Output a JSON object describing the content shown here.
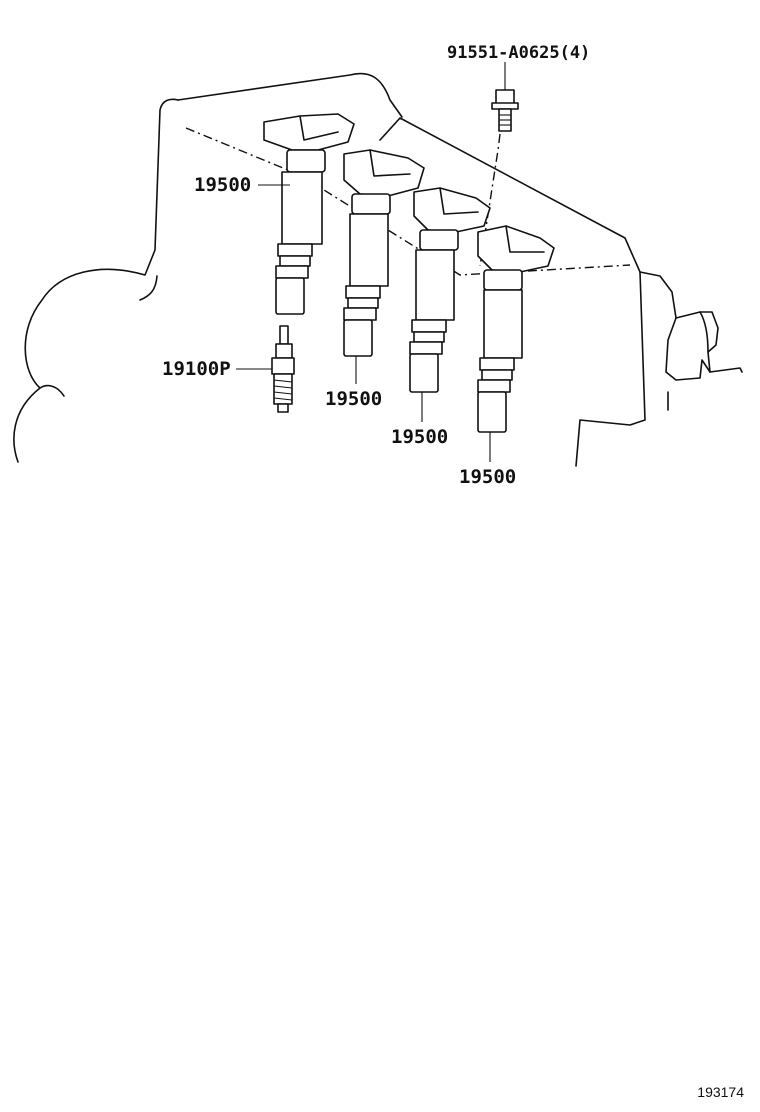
{
  "labels": {
    "bolt": "91551-A0625(4)",
    "spark_plug": "19100P",
    "coil_1": "19500",
    "coil_2": "19500",
    "coil_3": "19500",
    "coil_4": "19500"
  },
  "diagram_id": "193174"
}
